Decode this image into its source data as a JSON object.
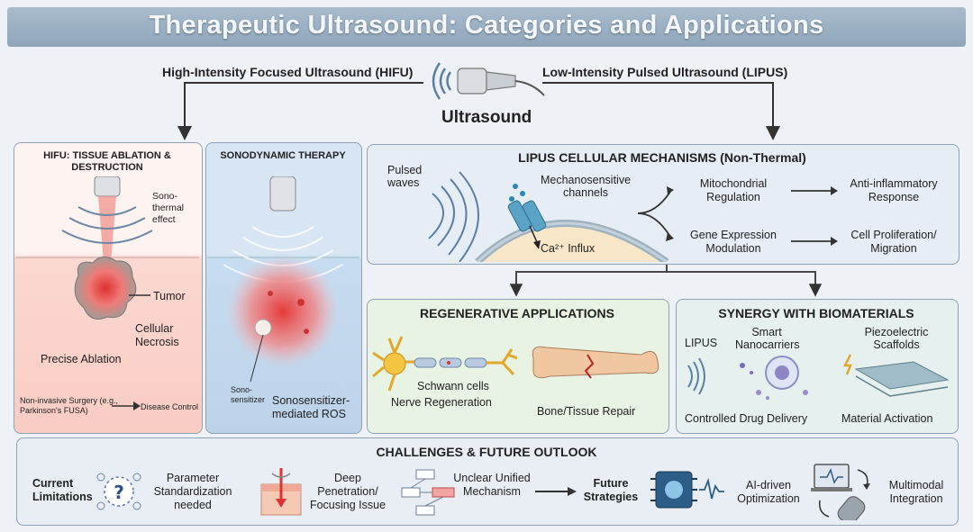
{
  "title": "Therapeutic Ultrasound: Categories and Applications",
  "top": {
    "hifu_branch": "High-Intensity Focused Ultrasound (HIFU)",
    "lipus_branch": "Low-Intensity Pulsed Ultrasound (LIPUS)",
    "center_label": "Ultrasound"
  },
  "hifu": {
    "title": "HIFU: TISSUE ABLATION & DESTRUCTION",
    "sono_thermal": "Sono-thermal effect",
    "tumor": "Tumor",
    "necrosis": "Cellular Necrosis",
    "ablation": "Precise Ablation",
    "surgery": "Non-invasive Surgery (e.g., Parkinson's FUSA)",
    "disease_control": "Disease Control"
  },
  "sdt": {
    "title": "SONODYNAMIC THERAPY",
    "sensitizer": "Sono-sensitizer",
    "ros": "Sonosensitizer-mediated ROS"
  },
  "lipus": {
    "title": "LIPUS CELLULAR MECHANISMS (Non-Thermal)",
    "pulsed": "Pulsed waves",
    "channels": "Mechanosensitive channels",
    "calcium": "Ca²⁺ Influx",
    "mito": "Mitochondrial Regulation",
    "gene": "Gene Expression Modulation",
    "anti": "Anti-inflammatory Response",
    "prolif": "Cell Proliferation/ Migration"
  },
  "regen": {
    "title": "REGENERATIVE APPLICATIONS",
    "schwann": "Schwann cells",
    "nerve": "Nerve Regeneration",
    "bone": "Bone/Tissue Repair"
  },
  "synergy": {
    "title": "SYNERGY WITH BIOMATERIALS",
    "lipus": "LIPUS",
    "smart": "Smart Nanocarriers",
    "piezo": "Piezoelectric Scaffolds",
    "drug": "Controlled Drug Delivery",
    "material": "Material Activation"
  },
  "challenges": {
    "title": "CHALLENGES & FUTURE OUTLOOK",
    "current": "Current Limitations",
    "param": "Parameter Standardization needed",
    "deep": "Deep Penetration/ Focusing Issue",
    "unclear": "Unclear Unified Mechanism",
    "future": "Future Strategies",
    "ai": "AI-driven Optimization",
    "multi": "Multimodal Integration"
  },
  "colors": {
    "panel_border": "#8fa3b5",
    "hifu_bg": "#fbdcd6",
    "sdt_bg": "#d9e8f5",
    "lipus_bg": "#e6edf4",
    "regen_bg": "#e8f3e3",
    "synergy_bg": "#e6f0ee",
    "challenge_bg": "#e8eef4",
    "ablation_red": "#e23b3b"
  }
}
